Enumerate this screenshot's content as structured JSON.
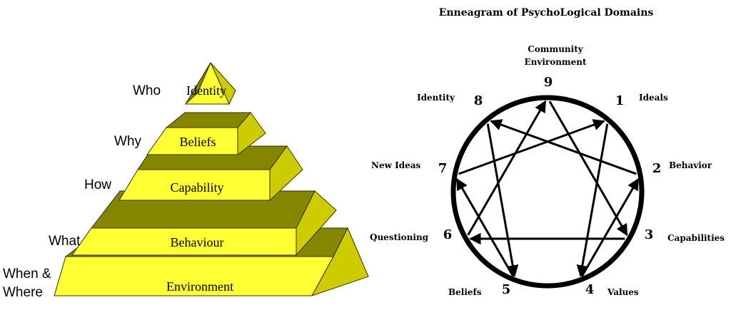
{
  "pyramid": {
    "levels": [
      {
        "name": "Identity",
        "question": "Who"
      },
      {
        "name": "Beliefs",
        "question": "Why"
      },
      {
        "name": "Capability",
        "question": "How"
      },
      {
        "name": "Behaviour",
        "question": "What"
      },
      {
        "name": "Environment",
        "question": "When &",
        "question_line2": "Where"
      }
    ],
    "colors": {
      "face": "#ffff33",
      "top": "#858500",
      "side": "#cccc00",
      "outline": "#333300"
    }
  },
  "questioning_label": "Questioning",
  "enneagram": {
    "title": "Enneagram of PsychoLogical Domains",
    "points": [
      {
        "number": "1",
        "label": "Ideals"
      },
      {
        "number": "2",
        "label": "Behavior"
      },
      {
        "number": "3",
        "label": "Capabilities"
      },
      {
        "number": "4",
        "label": "Values"
      },
      {
        "number": "5",
        "label": "Beliefs"
      },
      {
        "number": "6",
        "label": "Questioning"
      },
      {
        "number": "7",
        "label": "New Ideas"
      },
      {
        "number": "8",
        "label": "Identity"
      },
      {
        "number": "9",
        "label": "Community",
        "label_line2": "Environment"
      }
    ],
    "arrows": [
      [
        "1",
        "4"
      ],
      [
        "4",
        "2"
      ],
      [
        "2",
        "8"
      ],
      [
        "8",
        "5"
      ],
      [
        "5",
        "7"
      ],
      [
        "7",
        "1"
      ],
      [
        "9",
        "3"
      ],
      [
        "3",
        "6"
      ],
      [
        "6",
        "9"
      ]
    ]
  }
}
